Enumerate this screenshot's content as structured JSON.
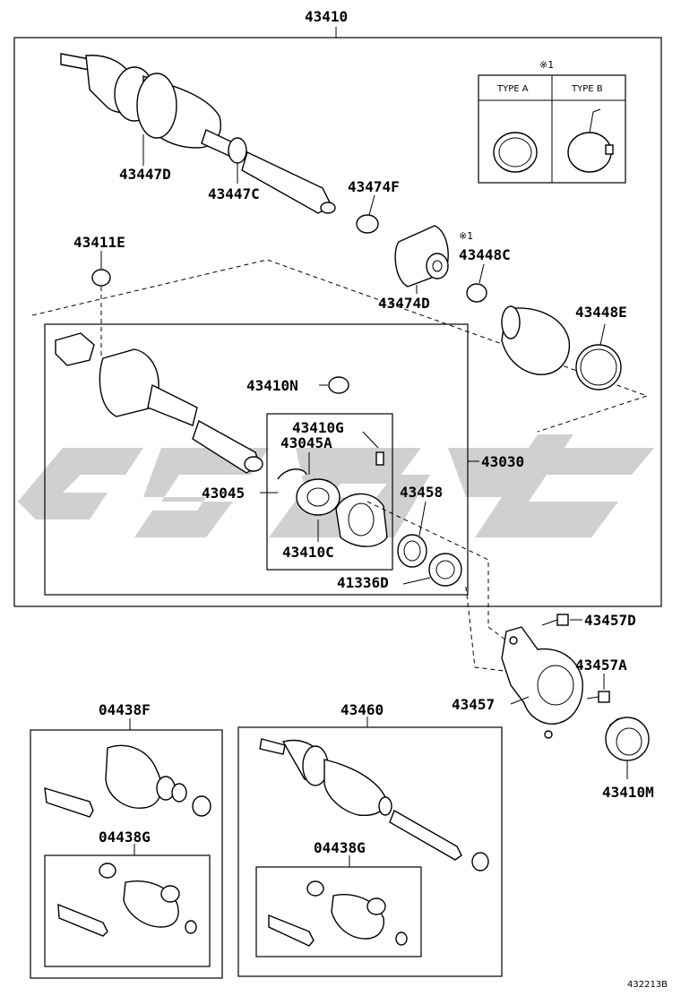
{
  "watermark": "sgt",
  "ref_code": "432213B",
  "type_table": {
    "mark": "※1",
    "type_a": "TYPE A",
    "type_b": "TYPE B"
  },
  "labels": {
    "p43410": "43410",
    "p43447D": "43447D",
    "p43447C": "43447C",
    "p43474F": "43474F",
    "p43411E": "43411E",
    "p43474D": "43474D",
    "p43448C_mark": "※1",
    "p43448C": "43448C",
    "p43448E": "43448E",
    "p43410N": "43410N",
    "p43410G": "43410G",
    "p43045A": "43045A",
    "p43030": "43030",
    "p43045": "43045",
    "p43458": "43458",
    "p43410C": "43410C",
    "p41336D": "41336D",
    "p43457D": "43457D",
    "p43457A": "43457A",
    "p43457": "43457",
    "p04438F": "04438F",
    "p43460": "43460",
    "p04438G_left": "04438G",
    "p04438G_right": "04438G",
    "p43410M": "43410M"
  },
  "colors": {
    "watermark": "#c8c8c8",
    "line": "#000000"
  }
}
